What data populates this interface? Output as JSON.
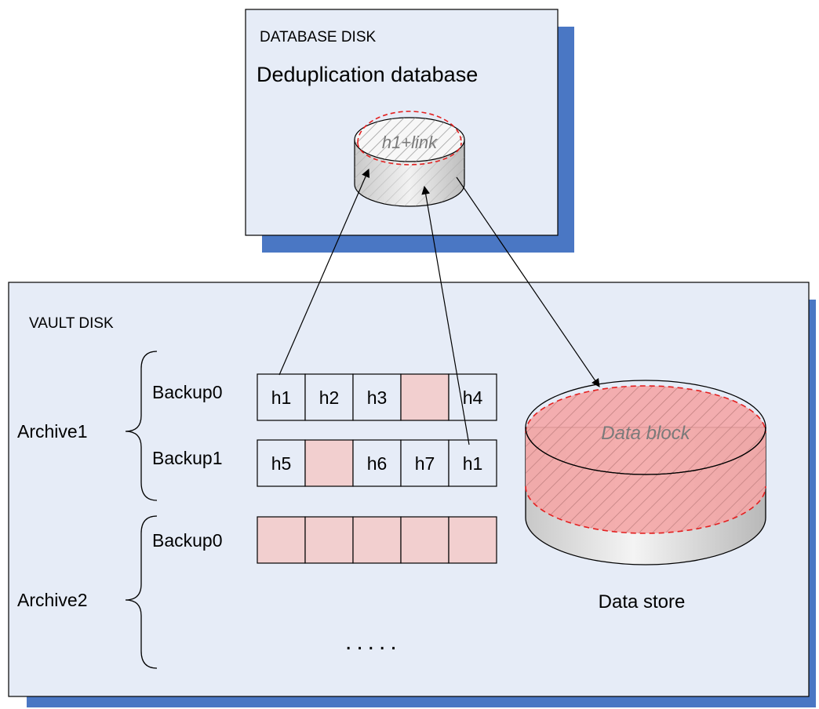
{
  "colors": {
    "panel_fill": "#e6ecf7",
    "panel_border": "#000000",
    "shadow": "#4a77c4",
    "block_pink": "#f2cfcf",
    "red_dash": "#e32020",
    "cylinder_gray": "#d4d4d4",
    "data_block_fill": "#f4a6a6"
  },
  "database_disk": {
    "title": "DATABASE DISK",
    "subtitle": "Deduplication database",
    "cylinder_label": "h1+link"
  },
  "vault_disk": {
    "title": "VAULT DISK",
    "archives": [
      {
        "label": "Archive1",
        "backups": [
          {
            "label": "Backup0",
            "cells": [
              "h1",
              "h2",
              "h3",
              "",
              "h4"
            ]
          },
          {
            "label": "Backup1",
            "cells": [
              "h5",
              "",
              "h6",
              "h7",
              "h1"
            ]
          }
        ]
      },
      {
        "label": "Archive2",
        "backups": [
          {
            "label": "Backup0",
            "cells": [
              "",
              "",
              "",
              "",
              ""
            ]
          }
        ]
      }
    ],
    "ellipsis": ".....",
    "data_store": {
      "label": "Data store",
      "block_label": "Data block"
    }
  }
}
